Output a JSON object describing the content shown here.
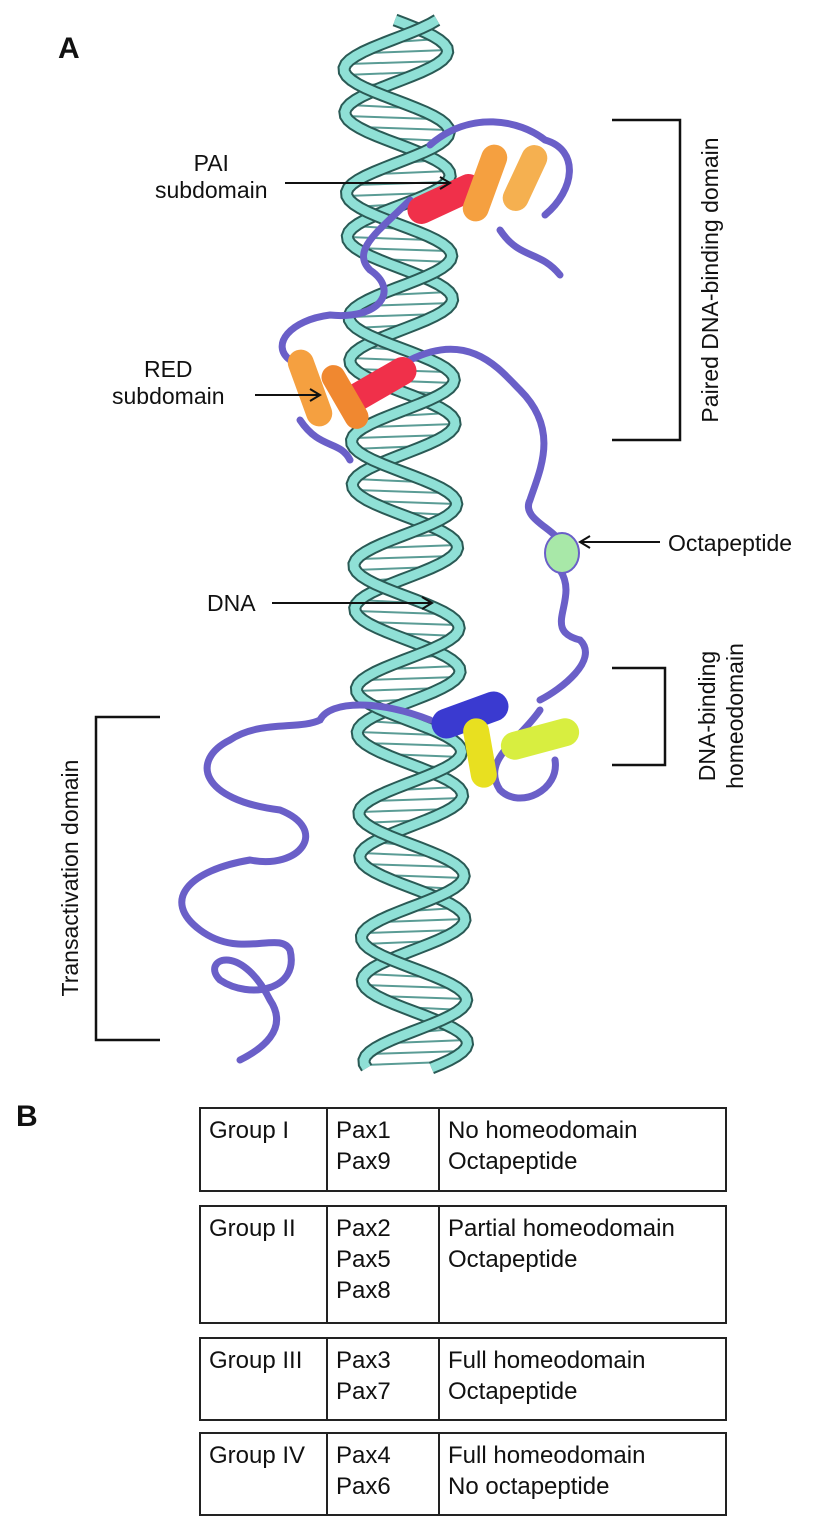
{
  "panels": {
    "a": "A",
    "b": "B"
  },
  "labels": {
    "pai": [
      "PAI",
      "subdomain"
    ],
    "red": [
      "RED",
      "subdomain"
    ],
    "dna": "DNA",
    "octapeptide": "Octapeptide",
    "paired_domain": "Paired DNA-binding domain",
    "homeodomain": [
      "DNA-binding",
      "homeodomain"
    ],
    "transactivation": "Transactivation domain"
  },
  "colors": {
    "dna": "#8fe0d6",
    "protein": "#6a5fc8",
    "pai_helix": "#f0304a",
    "helix_orange": "#f5a040",
    "homeo_blue": "#3a3ad0",
    "homeo_yellow": "#e8e020",
    "octapeptide": "#a8e8a8"
  },
  "groups": [
    {
      "name": "Group I",
      "genes": [
        "Pax1",
        "Pax9"
      ],
      "features": [
        "No homeodomain",
        "Octapeptide"
      ]
    },
    {
      "name": "Group II",
      "genes": [
        "Pax2",
        "Pax5",
        "Pax8"
      ],
      "features": [
        "Partial homeodomain",
        "Octapeptide"
      ]
    },
    {
      "name": "Group III",
      "genes": [
        "Pax3",
        "Pax7"
      ],
      "features": [
        "Full homeodomain",
        "Octapeptide"
      ]
    },
    {
      "name": "Group IV",
      "genes": [
        "Pax4",
        "Pax6"
      ],
      "features": [
        "Full homeodomain",
        "No octapeptide"
      ]
    }
  ]
}
